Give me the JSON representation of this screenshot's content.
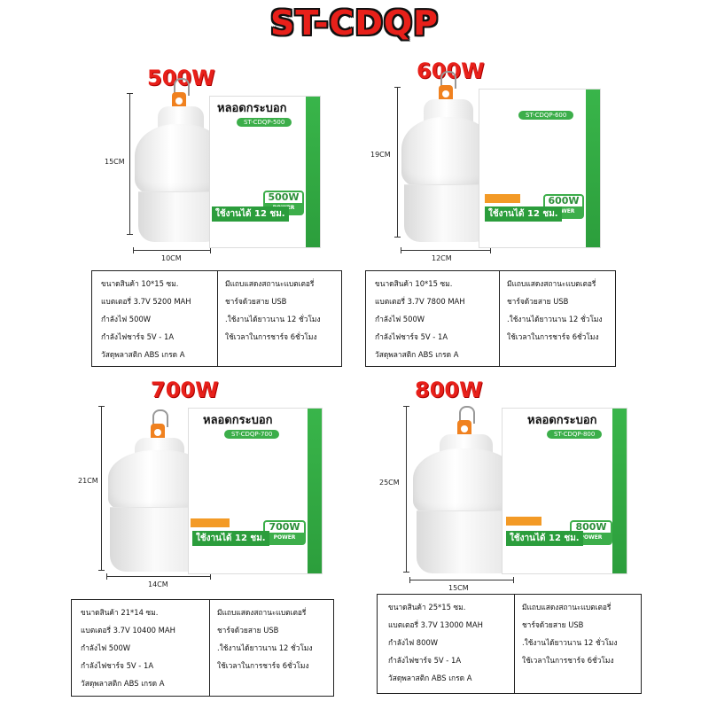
{
  "title": "ST-CDQP",
  "box_brand_name": "หลอดกระบอก",
  "products": [
    {
      "watt": "500W",
      "height": "15CM",
      "width": "10CM",
      "box_model": "ST-CDQP-500",
      "box_power": "500W",
      "box_power_sub": "POWER",
      "box_hours": "ใช้งานได้ 12 ชม.",
      "left_specs": [
        "ขนาดสินค้า 10*15 ซม.",
        "แบตเตอรี่ 3.7V  5200 MAH",
        "กำลังไฟ 500W",
        "กำลังไฟชาร์จ 5V - 1A",
        "วัสดุพลาสติก ABS เกรด A"
      ],
      "right_specs": [
        "มีแถบแสดงสถานะแบตเตอรี่",
        "ชาร์จด้วยสาย USB",
        ".ใช้งานได้ยาวนาน 12 ชั่วโมง",
        "ใช้เวลาในการชาร์จ 6ชั่วโมง"
      ]
    },
    {
      "watt": "600W",
      "height": "19CM",
      "width": "12CM",
      "box_model": "ST-CDQP-600",
      "box_power": "600W",
      "box_power_sub": "POWER",
      "box_hours": "ใช้งานได้ 12 ชม.",
      "left_specs": [
        "ขนาดสินค้า 10*15 ซม.",
        "แบตเตอรี่ 3.7V  7800 MAH",
        "กำลังไฟ 500W",
        "กำลังไฟชาร์จ 5V - 1A",
        "วัสดุพลาสติก ABS เกรด A"
      ],
      "right_specs": [
        "มีแถบแสดงสถานะแบตเตอรี่",
        "ชาร์จด้วยสาย USB",
        ".ใช้งานได้ยาวนาน 12 ชั่วโมง",
        "ใช้เวลาในการชาร์จ 6ชั่วโมง"
      ]
    },
    {
      "watt": "700W",
      "height": "21CM",
      "width": "14CM",
      "box_model": "ST-CDQP-700",
      "box_power": "700W",
      "box_power_sub": "POWER",
      "box_hours": "ใช้งานได้ 12 ชม.",
      "left_specs": [
        "ขนาดสินค้า 21*14 ซม.",
        "แบตเตอรี่ 3.7V  10400 MAH",
        "กำลังไฟ 500W",
        "กำลังไฟชาร์จ 5V - 1A",
        "วัสดุพลาสติก ABS เกรด A"
      ],
      "right_specs": [
        "มีแถบแสดงสถานะแบตเตอรี่",
        "ชาร์จด้วยสาย USB",
        ".ใช้งานได้ยาวนาน 12 ชั่วโมง",
        "ใช้เวลาในการชาร์จ 6ชั่วโมง"
      ]
    },
    {
      "watt": "800W",
      "height": "25CM",
      "width": "15CM",
      "box_model": "ST-CDQP-800",
      "box_power": "800W",
      "box_power_sub": "POWER",
      "box_hours": "ใช้งานได้ 12 ชม.",
      "left_specs": [
        "ขนาดสินค้า 25*15 ซม.",
        "แบตเตอรี่ 3.7V  13000 MAH",
        "กำลังไฟ 800W",
        "กำลังไฟชาร์จ 5V - 1A",
        "วัสดุพลาสติก ABS เกรด A"
      ],
      "right_specs": [
        "มีแถบแสดงสถานะแบตเตอรี่",
        "ชาร์จด้วยสาย USB",
        ".ใช้งานได้ยาวนาน 12 ชั่วโมง",
        "ใช้เวลาในการชาร์จ 6ชั่วโมง"
      ]
    }
  ],
  "colors": {
    "title": "#e8201a",
    "watt": "#e8201a",
    "box_green": "#3cae4a",
    "switch_orange": "#f0811f"
  }
}
